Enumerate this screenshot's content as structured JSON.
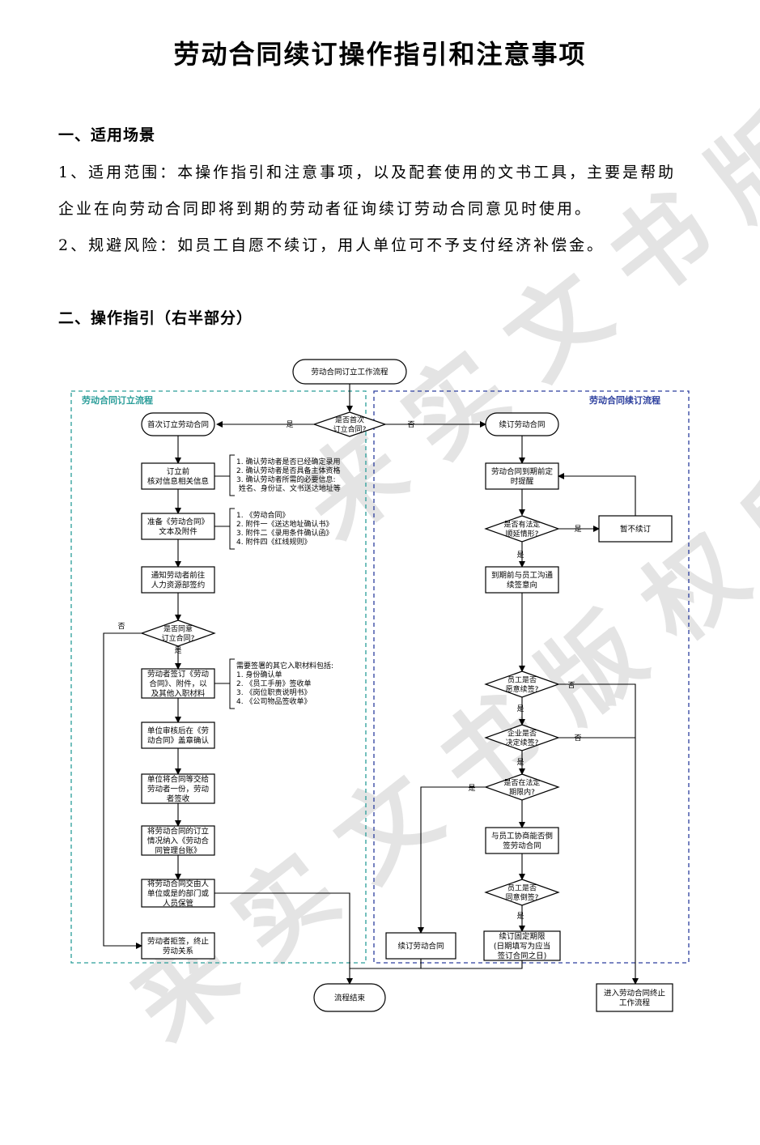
{
  "document": {
    "title": "劳动合同续订操作指引和注意事项",
    "section1_heading": "一、适用场景",
    "section1_p1_line1": "1、适用范围：本操作指引和注意事项，以及配套使用的文书工具，主要是帮助",
    "section1_p1_line2": "企业在向劳动合同即将到期的劳动者征询续订劳动合同意见时使用。",
    "section1_p2": "2、规避风险：如员工自愿不续订，用人单位可不予支付经济补偿金。",
    "section2_heading": "二、操作指引（右半部分）",
    "watermark_text": "来实文书版权所有"
  },
  "flowchart": {
    "start": "劳动合同订立工作流程",
    "left_group_title": "劳动合同订立流程",
    "right_group_title": "劳动合同续订流程",
    "first_decision": [
      "是否首次",
      "订立合同?"
    ],
    "yes": "是",
    "no": "否",
    "left_nodes": [
      [
        "首次订立劳动合同"
      ],
      [
        "订立前",
        "核对信息相关信息"
      ],
      [
        "准备《劳动合同》",
        "文本及附件"
      ],
      [
        "通知劳动者前往",
        "人力资源部签约"
      ],
      [
        "是否同意",
        "订立合同?"
      ],
      [
        "劳动者签订《劳动",
        "合同》、附件，以",
        "及其他入职材料"
      ],
      [
        "单位审核后在《劳",
        "动合同》盖章确认"
      ],
      [
        "单位将合同等交给",
        "劳动者一份，劳动",
        "者签收"
      ],
      [
        "将劳动合同的订立",
        "情况纳入《劳动合",
        "同管理台账》"
      ],
      [
        "将劳动合同交由人",
        "单位或是的部门或",
        "人员保管"
      ],
      [
        "劳动者拒签，终止",
        "劳动关系"
      ]
    ],
    "notes": {
      "note1": [
        "1. 确认劳动者是否已经确定录用",
        "2. 确认劳动者是否具备主体资格",
        "3. 确认劳动者所需的必要信息:",
        "   姓名、身份证、文书送达地址等"
      ],
      "note2": [
        "1. 《劳动合同》",
        "2. 附件一《送达地址确认书》",
        "3. 附件二《录用条件确认函》",
        "4. 附件四《红线规则》"
      ],
      "note3": [
        "需要签署的其它入职材料包括:",
        "1. 身份确认单",
        "2. 《员工手册》签收单",
        "3. 《岗位职责说明书》",
        "4. 《公司物品签收单》"
      ]
    },
    "right_nodes": [
      [
        "续订劳动合同"
      ],
      [
        "劳动合同到期前定",
        "时提醒"
      ],
      [
        "是否有法定",
        "顺延情形?"
      ],
      [
        "暂不续订"
      ],
      [
        "到期前与员工沟通",
        "续签意向"
      ],
      [
        "员工是否",
        "愿意续签?"
      ],
      [
        "企业是否",
        "决定续签?"
      ],
      [
        "是否在法定",
        "期限内?"
      ],
      [
        "与员工协商能否倒",
        "签劳动合同"
      ],
      [
        "员工是否",
        "同意倒签?"
      ],
      [
        "续订劳动合同"
      ],
      [
        "续订固定期限",
        "(日期填写为应当",
        "签订合同之日)"
      ]
    ],
    "end_node": "流程结束",
    "termination_node": [
      "进入劳动合同终止",
      "工作流程"
    ]
  }
}
